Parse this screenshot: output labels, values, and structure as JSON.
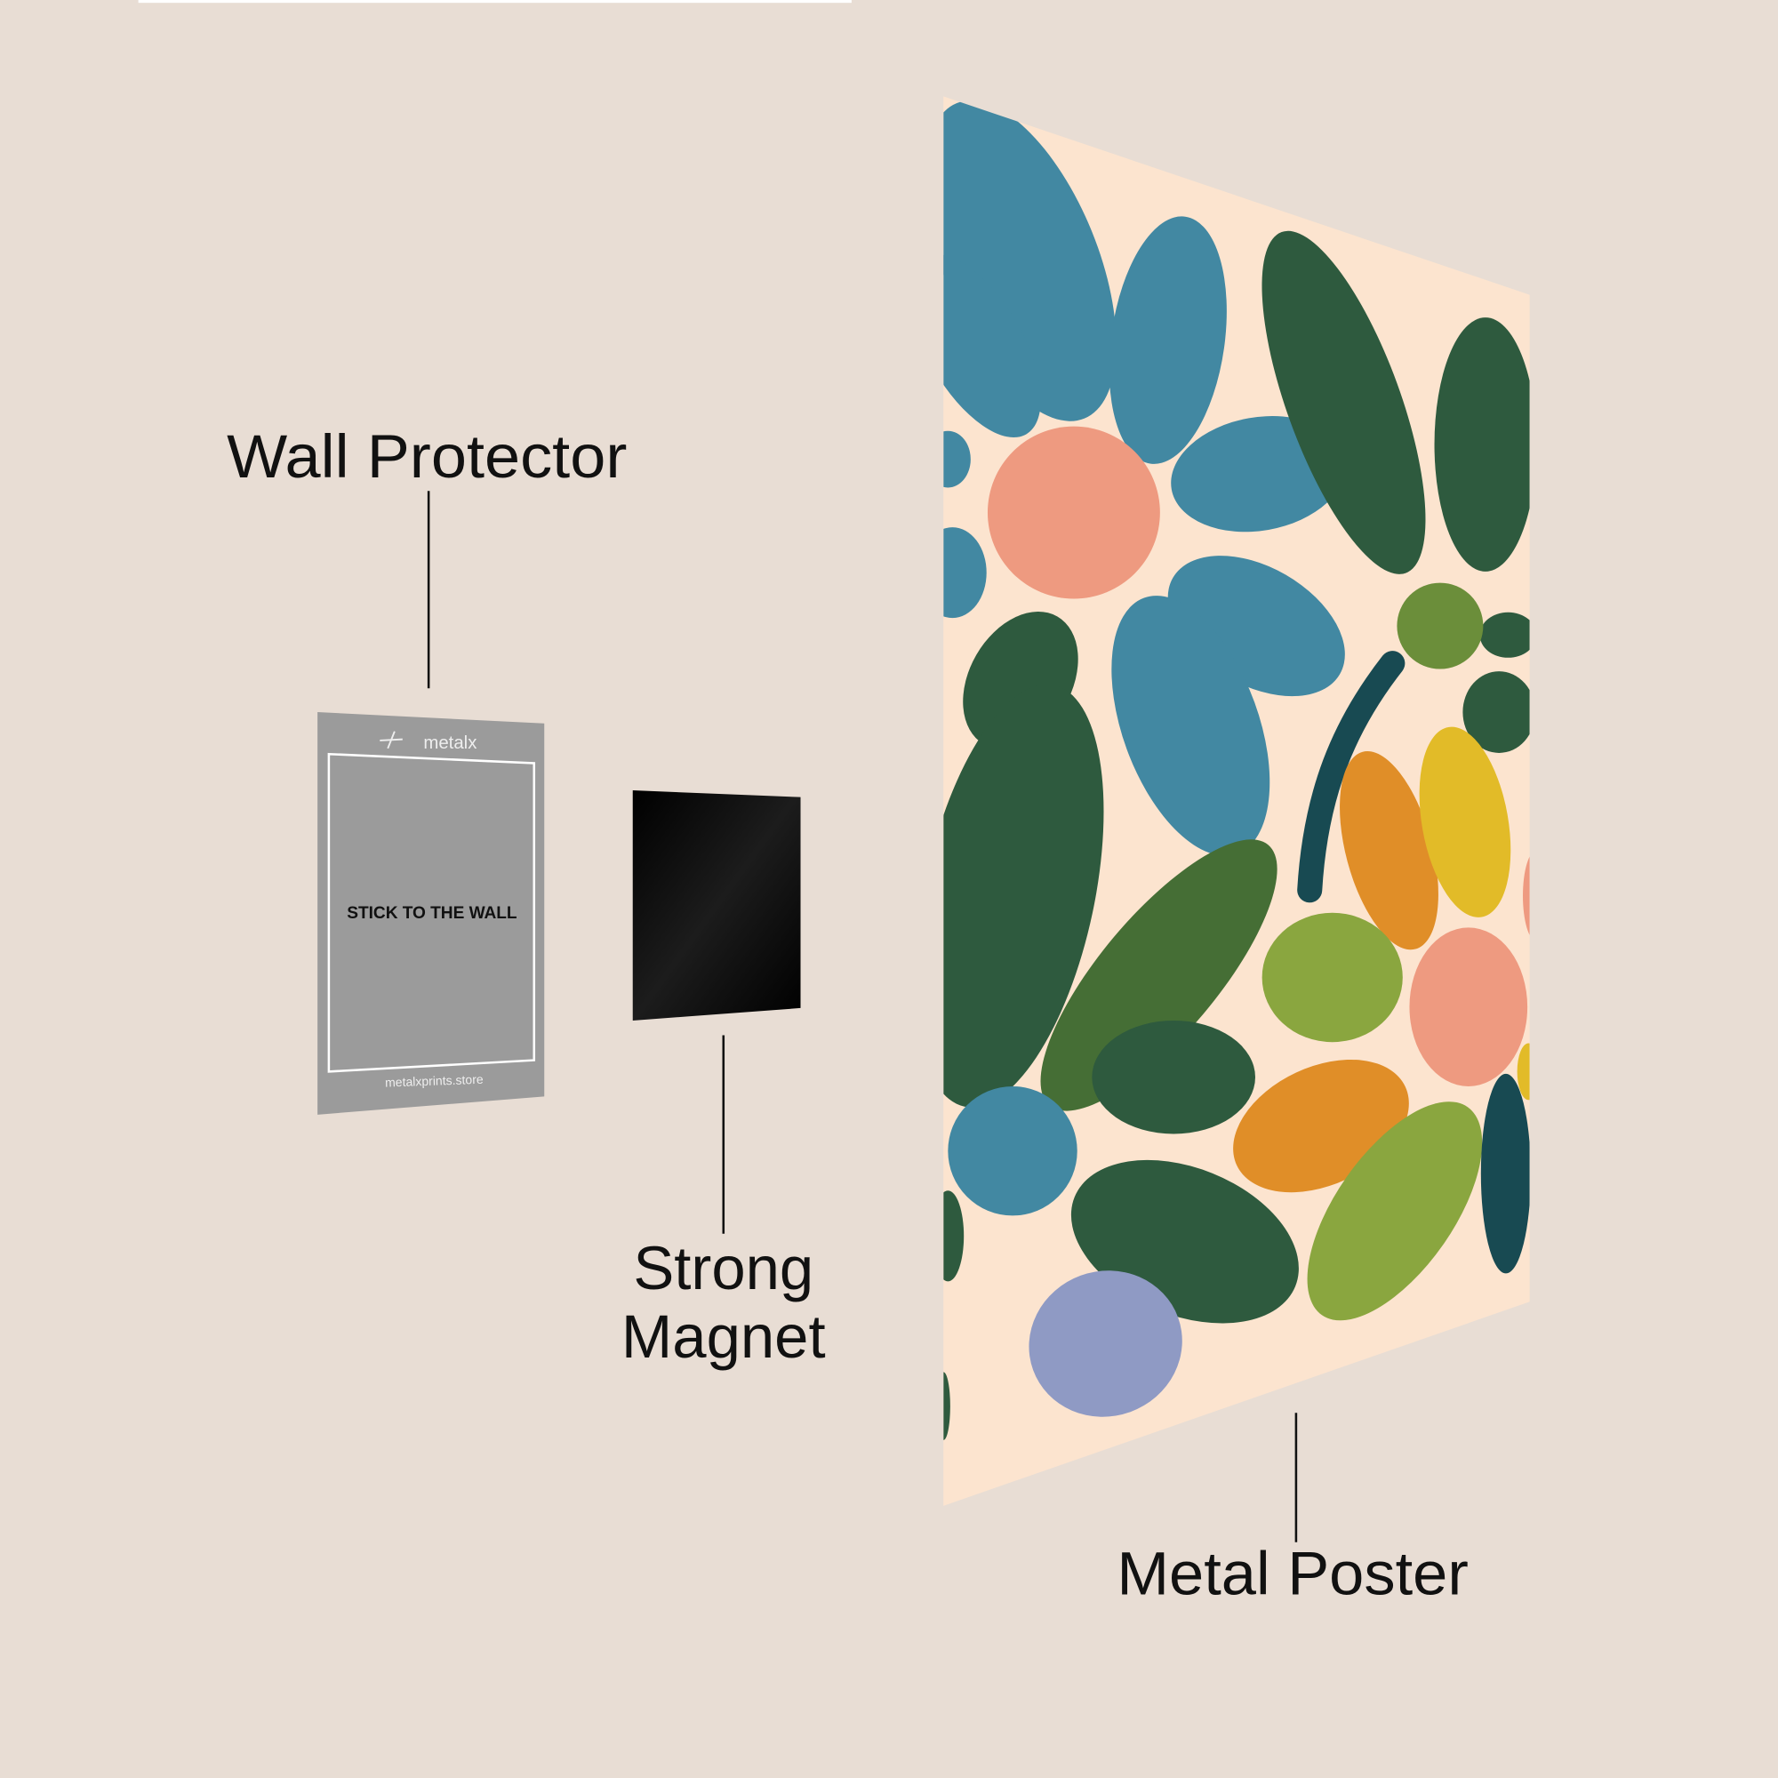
{
  "labels": {
    "wall_protector": "Wall Protector",
    "strong": "Strong",
    "magnet": "Magnet",
    "metal_poster": "Metal Poster"
  },
  "protector": {
    "brand": "metalx",
    "instruction": "STICK TO THE WALL",
    "website": "metalxprints.store"
  },
  "colors": {
    "background": "#e8ddd4",
    "protector": "#9b9b9b",
    "magnet": "#050505",
    "poster_bg": "#fce4cf",
    "blue": "#4288a2",
    "salmon": "#ee9a80",
    "dark_green": "#2e5a3e",
    "olive": "#6b8e3a",
    "lime": "#8aa63f",
    "orange": "#e08e28",
    "yellow": "#e2bb28",
    "teal": "#184a52",
    "lavender": "#8f9ac4",
    "mid_green": "#456e35"
  }
}
